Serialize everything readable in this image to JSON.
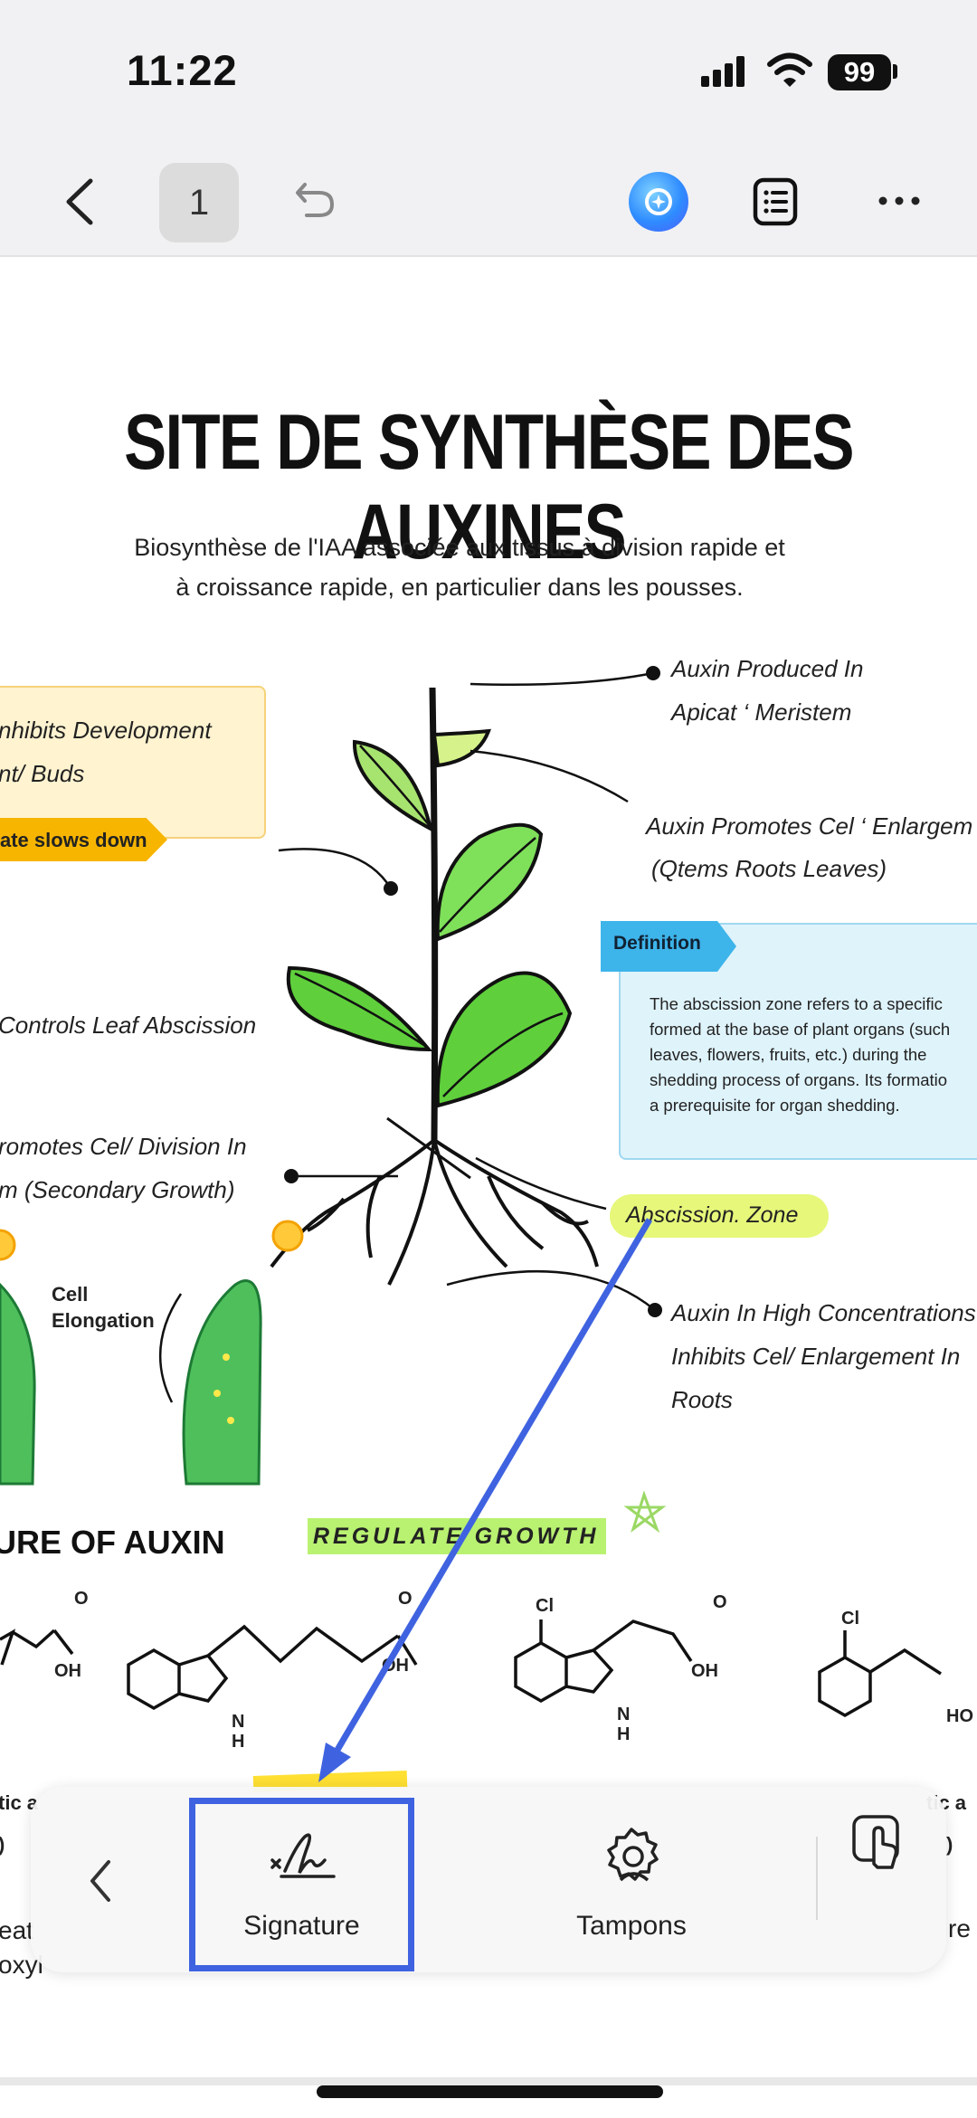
{
  "status_bar": {
    "time": "11:22",
    "battery": "99"
  },
  "toolbar": {
    "back_icon": "chevron-left-icon",
    "page_number": "1",
    "undo_icon": "undo-icon",
    "ai_icon": "ai-assistant-icon",
    "outline_icon": "list-icon",
    "more_icon": "more-icon"
  },
  "document": {
    "title": "SITE DE SYNTHÈSE DES AUXINES",
    "subtitle_line1": "Biosynthèse de l'IAA associée aux tissus à division rapide et",
    "subtitle_line2": "à croissance rapide, en particulier dans les pousses.",
    "left_notes": {
      "inhibits_1": "nhibits Development",
      "inhibits_2": "nt/ Buds",
      "slows_tag": "ate slows down",
      "leaf_abscission": "Controls Leaf Abscission",
      "division_1": "romotes Cel/ Division In",
      "division_2": "m (Secondary Growth)"
    },
    "right_notes": {
      "produced_1": "Auxin Produced In",
      "produced_2": "Apicat ‘ Meristem",
      "promotes_1": "Auxin Promotes Cel ‘ Enlargem",
      "promotes_2": "(Qtems Roots Leaves)",
      "high_1": "Auxin In High Concentrations",
      "high_2": "Inhibits Cel/ Enlargement In",
      "high_3": "Roots"
    },
    "definition": {
      "tag": "Definition",
      "line1": "The abscission zone refers to a specific",
      "line2": "formed at the base of plant organs (such",
      "line3": "leaves, flowers, fruits, etc.) during the",
      "line4": "shedding process of organs. Its formatio",
      "line5": "a prerequisite for organ shedding."
    },
    "abscission_zone": "Abscission. Zone",
    "cell_elongation_1": "Cell",
    "cell_elongation_2": "Elongation",
    "structure_heading": "URE OF AUXIN",
    "regulate_growth": "REGULATE GROWTH",
    "chem_labels": {
      "oh1": "OH",
      "o1": "O",
      "oh2": "OH",
      "o2": "O",
      "nh1": "N",
      "h1": "H",
      "cl1": "Cl",
      "oh3": "OH",
      "o3": "O",
      "nh2": "N",
      "h2": "H",
      "cl2": "Cl",
      "ho": "HO"
    },
    "bottom_fragments": {
      "left1": "tic a",
      "left2": ")",
      "left3": "eat",
      "left4": "oxyl",
      "right1": "tic a",
      "right2": ")",
      "right3": "re"
    }
  },
  "bottom_sheet": {
    "back_icon": "chevron-left-icon",
    "signature_label": "Signature",
    "signature_icon": "signature-icon",
    "stamps_label": "Tampons",
    "stamps_icon": "stamp-icon",
    "touch_icon": "touch-select-icon"
  },
  "colors": {
    "highlight": "#3f63e0",
    "definition_tag": "#3db4ea",
    "yellow_tag": "#f7b500",
    "zone_tag": "#e6f77a",
    "leaf": "#5fcf3c"
  }
}
